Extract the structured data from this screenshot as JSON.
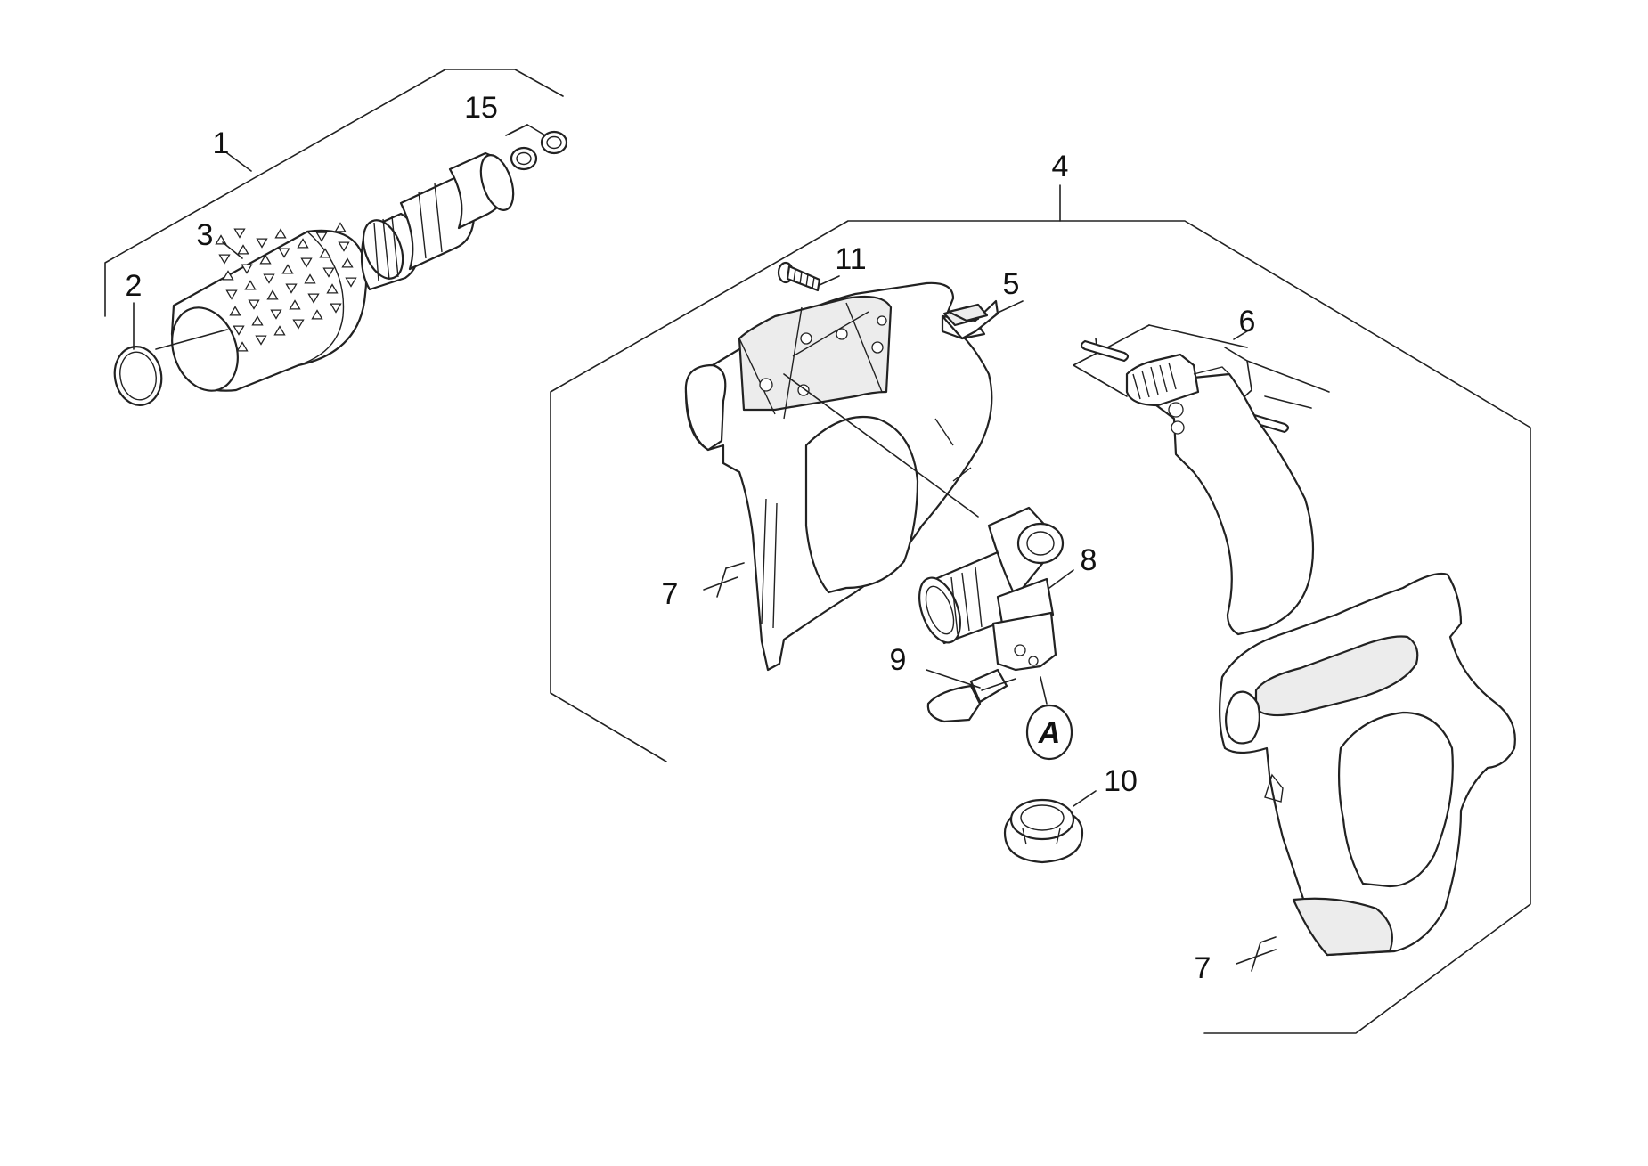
{
  "labels": {
    "p1": "1",
    "p2": "2",
    "p3": "3",
    "p4": "4",
    "p5": "5",
    "p6": "6",
    "p7a": "7",
    "p7b": "7",
    "p8": "8",
    "p9": "9",
    "p10": "10",
    "p11": "11",
    "p15": "15",
    "marker_a": "A"
  }
}
